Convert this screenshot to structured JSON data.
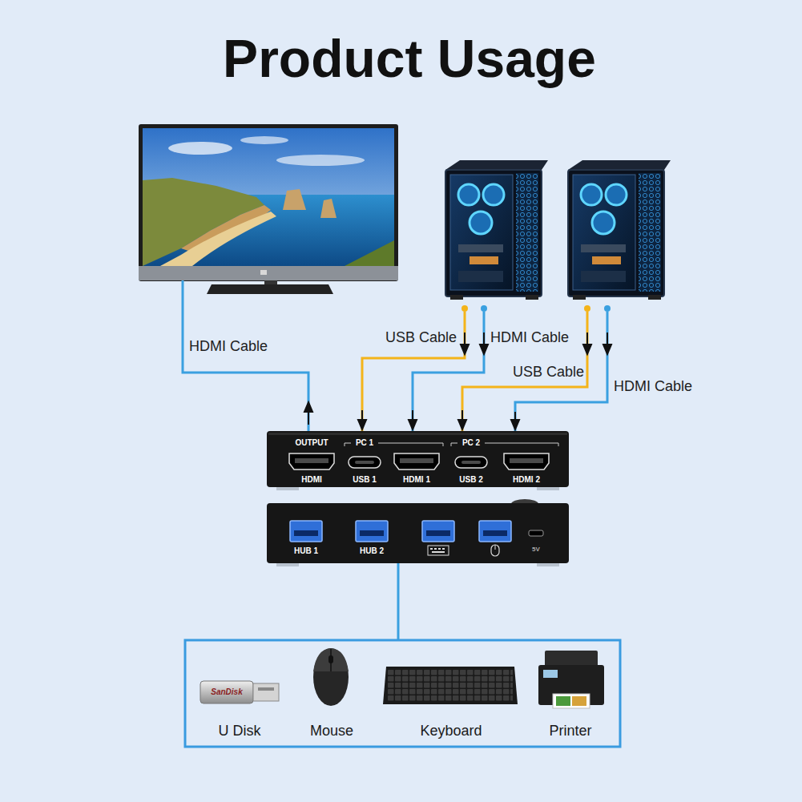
{
  "diagram": {
    "title": "Product Usage",
    "nodes": [
      {
        "text": [
          "OUTPUT",
          "HDMI",
          "PC 1",
          "USB 1",
          "HDMI 1",
          "PC 2",
          "USB 2",
          "HDMI 2"
        ]
      },
      {
        "text": [
          "HUB 1",
          "HUB 2",
          "5V"
        ]
      },
      {
        "text": [
          "U Disk"
        ]
      },
      {
        "text": [
          "Mouse"
        ]
      },
      {
        "text": [
          "Keyboard"
        ]
      },
      {
        "text": [
          "Printer"
        ]
      }
    ],
    "labels": [
      "HDMI Cable",
      "USB Cable",
      "HDMI Cable",
      "USB Cable",
      "HDMI Cable",
      "SanDisk"
    ]
  }
}
